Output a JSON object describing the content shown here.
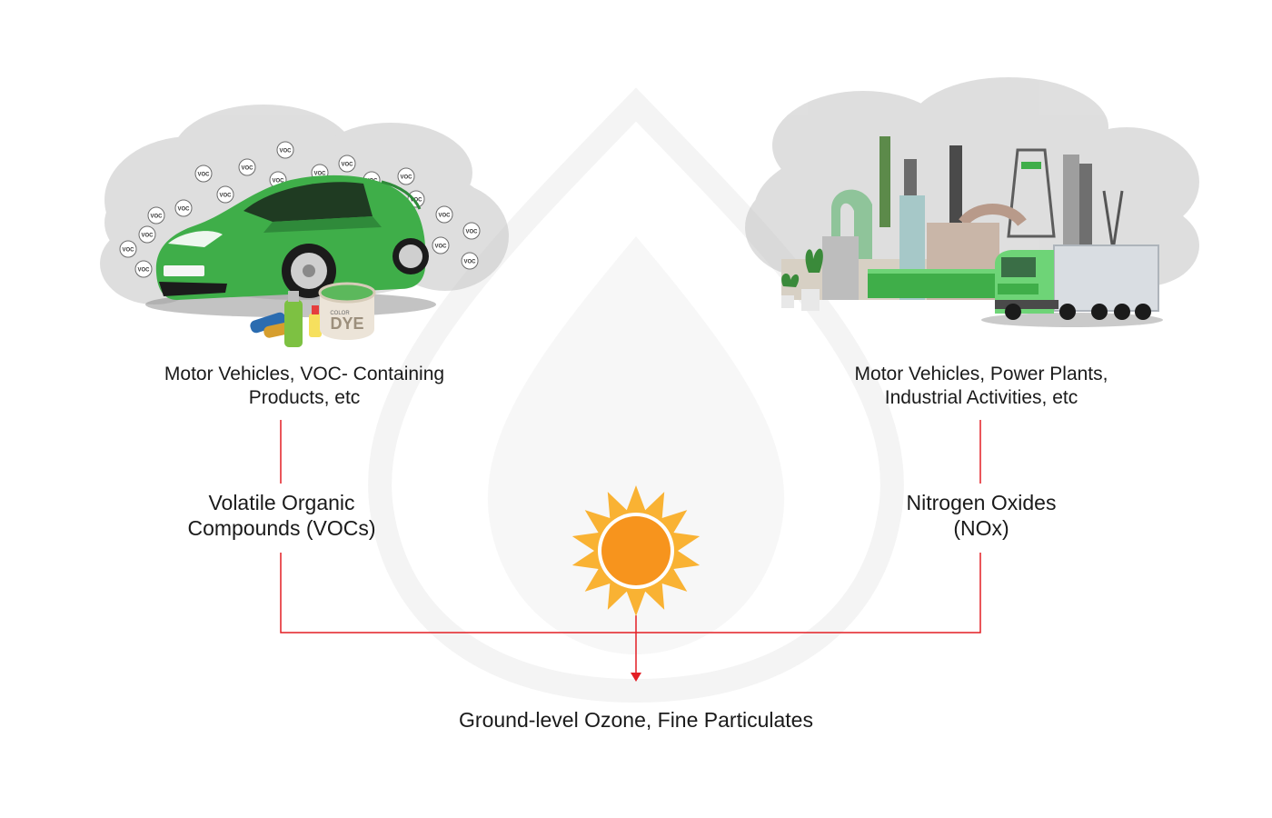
{
  "colors": {
    "flow_line": "#e31e24",
    "sun_ray": "#f9b233",
    "sun_core": "#f7941d",
    "car_body": "#3fae49",
    "smoke": "#b9b9b9",
    "watermark": "#f2f2f2"
  },
  "left_source": {
    "label_line1": "Motor Vehicles, VOC- Containing",
    "label_line2": "Products, etc",
    "voc_bubble_text": "VOC",
    "paint_can_text": "DYE",
    "paint_can_label": "COLOR"
  },
  "right_source": {
    "label_line1": "Motor Vehicles, Power Plants,",
    "label_line2": "Industrial Activities, etc"
  },
  "left_pollutant": {
    "line1": "Volatile Organic",
    "line2": "Compounds (VOCs)"
  },
  "right_pollutant": {
    "line1": "Nitrogen Oxides",
    "line2": "(NOx)"
  },
  "catalyst": {
    "icon": "sun-icon"
  },
  "result": {
    "label": "Ground-level Ozone, Fine Particulates"
  }
}
